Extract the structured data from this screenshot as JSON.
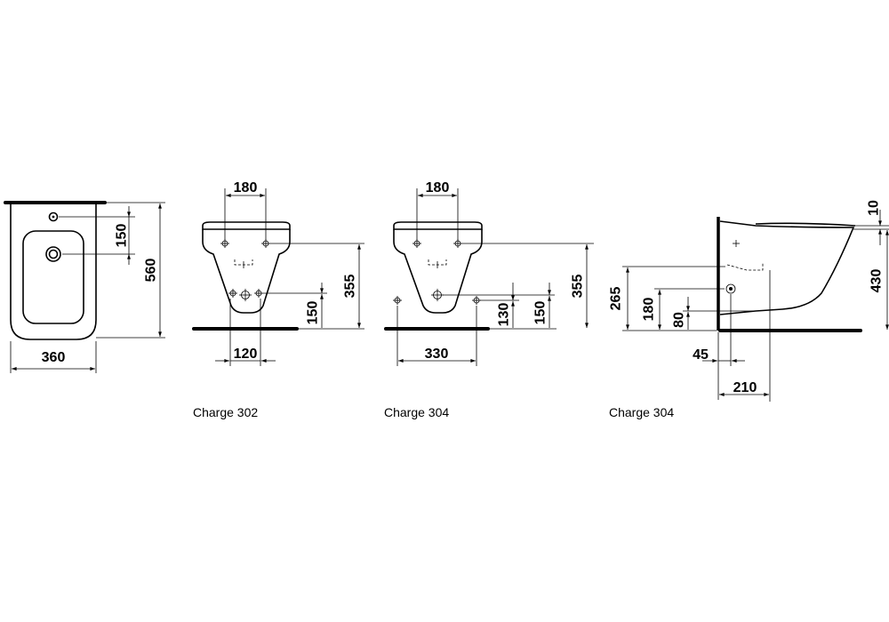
{
  "views": [
    {
      "name": "top-view",
      "dimensions": {
        "width": "360",
        "length": "560",
        "hole_offset": "150"
      },
      "caption": ""
    },
    {
      "name": "front-view-302",
      "dimensions": {
        "top_spacing": "180",
        "bottom_spacing": "120",
        "height_total": "355",
        "height_low": "150"
      },
      "caption": "Charge 302"
    },
    {
      "name": "front-view-304",
      "dimensions": {
        "top_spacing": "180",
        "bottom_spacing": "330",
        "height_total": "355",
        "height_low": "150",
        "height_side": "130"
      },
      "caption": "Charge 304"
    },
    {
      "name": "side-view-304",
      "dimensions": {
        "top_gap": "10",
        "height": "430",
        "height_265": "265",
        "height_180": "180",
        "height_80": "80",
        "depth_45": "45",
        "depth_210": "210"
      },
      "caption": "Charge 304"
    }
  ]
}
